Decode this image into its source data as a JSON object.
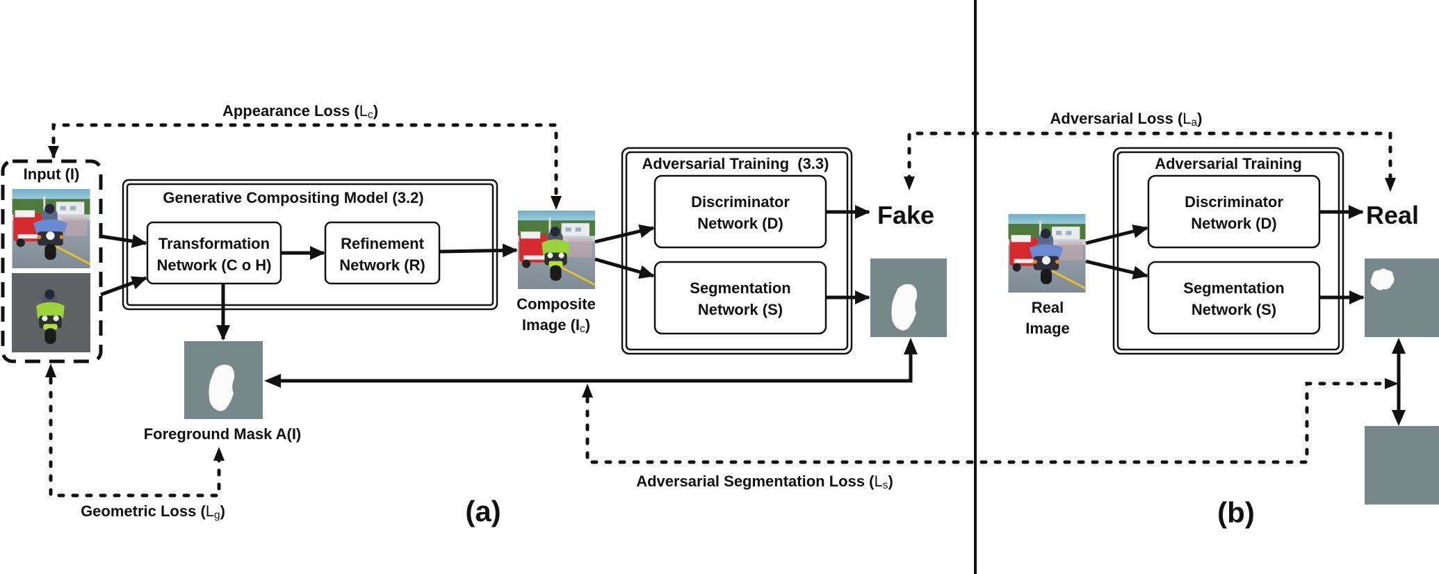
{
  "panels": {
    "a": {
      "label": "(a)",
      "input": {
        "title": "Input (I)"
      },
      "appearance_loss": {
        "text": "Appearance Loss (",
        "symbol": "L",
        "sub": "c",
        "close": ")"
      },
      "generative_model": {
        "title": "Generative Compositing Model (3.2)",
        "transformation": {
          "line1": "Transformation",
          "line2": "Network (C o H)"
        },
        "refinement": {
          "line1": "Refinement",
          "line2": "Network (R)"
        }
      },
      "foreground_mask": {
        "label": "Foreground Mask A(I)"
      },
      "geometric_loss": {
        "text": "Geometric Loss (",
        "symbol": "L",
        "sub": "g",
        "close": ")"
      },
      "composite": {
        "line1": "Composite",
        "line2": "Image (I",
        "sub": "c",
        "close": ")"
      },
      "adversarial_training": {
        "title": "Adversarial Training  (3.3)",
        "discriminator": {
          "line1": "Discriminator",
          "line2": "Network (D)"
        },
        "segmentation": {
          "line1": "Segmentation",
          "line2": "Network (S)"
        }
      },
      "output_label": "Fake",
      "adv_seg_loss": {
        "text": "Adversarial Segmentation Loss (",
        "symbol": "L",
        "sub": "s",
        "close": ")"
      }
    },
    "b": {
      "label": "(b)",
      "adversarial_loss": {
        "text": "Adversarial Loss (",
        "symbol": "L",
        "sub": "a",
        "close": ")"
      },
      "real_image": {
        "line1": "Real",
        "line2": "Image"
      },
      "adversarial_training": {
        "title": "Adversarial Training",
        "discriminator": {
          "line1": "Discriminator",
          "line2": "Network (D)"
        },
        "segmentation": {
          "line1": "Segmentation",
          "line2": "Network (S)"
        }
      },
      "output_label": "Real"
    }
  },
  "colors": {
    "ink": "#111111",
    "mask_bg": "#778889",
    "mask_fg": "#fbfbfb",
    "fg_layer_bg": "#5f6264"
  }
}
